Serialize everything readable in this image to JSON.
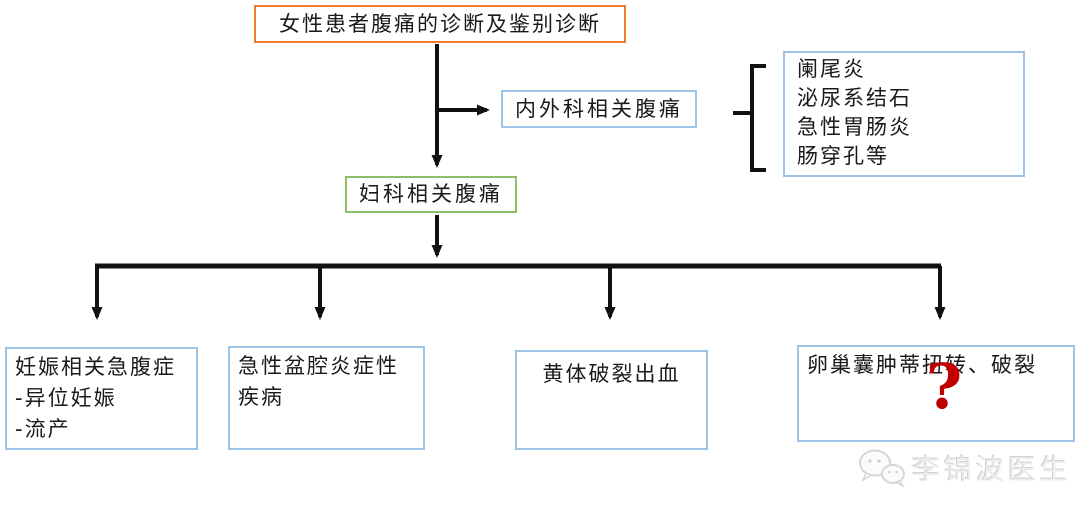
{
  "diagram": {
    "root": {
      "label": "女性患者腹痛的诊断及鉴别诊断"
    },
    "surgical_node": {
      "label": "内外科相关腹痛"
    },
    "surgical_causes": {
      "items": [
        "阑尾炎",
        "泌尿系结石",
        "急性胃肠炎",
        "肠穿孔等"
      ],
      "crossed_out": true
    },
    "gyn_node": {
      "label": "妇科相关腹痛"
    },
    "leaves": [
      {
        "lines": [
          "妊娠相关急腹症",
          "-异位妊娠",
          "-流产"
        ],
        "mark": "cross"
      },
      {
        "lines": [
          "急性盆腔炎症性",
          "疾病"
        ],
        "mark": "cross"
      },
      {
        "lines": [
          "黄体破裂出血"
        ],
        "mark": "cross"
      },
      {
        "lines": [
          "卵巢囊肿蒂扭转、破裂"
        ],
        "mark": "question"
      }
    ],
    "question_glyph": "?"
  },
  "watermark": {
    "text": "李锦波医生",
    "icon": "wechat-chat-bubbles"
  },
  "colors": {
    "root_border": "#ED7D31",
    "node_border_blue": "#9DC3E6",
    "gyn_border": "#8CBF68",
    "cross_red": "#C00000",
    "line_black": "#111111",
    "watermark_gray": "#DCDCDC"
  }
}
